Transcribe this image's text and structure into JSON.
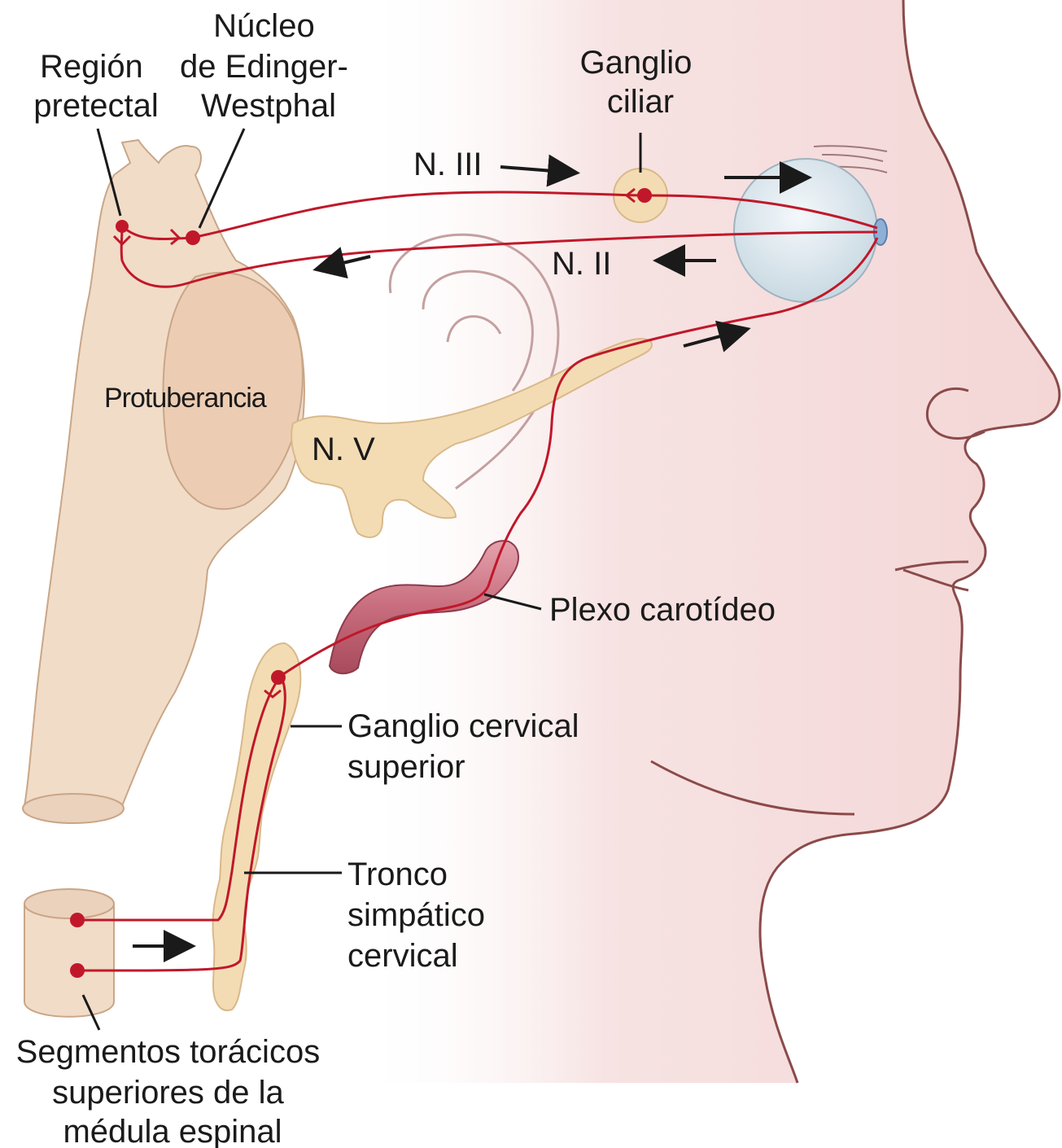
{
  "labels": {
    "region_pretectal": [
      "Región",
      "pretectal"
    ],
    "edinger_westphal": [
      "Núcleo",
      "de Edinger-",
      "Westphal"
    ],
    "ciliary_ganglion": [
      "Ganglio",
      "ciliar"
    ],
    "nerve_iii": "N. III",
    "nerve_ii": "N. II",
    "pons": "Protuberancia",
    "nerve_v": "N. V",
    "carotid_plexus": "Plexo carotídeo",
    "superior_cervical_ganglion": [
      "Ganglio cervical",
      "superior"
    ],
    "cervical_sympathetic_trunk": [
      "Tronco",
      "simpático",
      "cervical"
    ],
    "thoracic_segments": [
      "Segmentos torácicos",
      "superiores de la",
      "médula espinal"
    ]
  },
  "colors": {
    "nerve_pathway": "#c0182a",
    "face_skin": "#f6dcdc",
    "nerve_tissue": "#f3dcb4",
    "brainstem": "#f1dcc8",
    "artery": "#c9707f",
    "eyeball": "#dce8ef",
    "label_text": "#1a1a1a",
    "arrow": "#1a1a1a"
  }
}
